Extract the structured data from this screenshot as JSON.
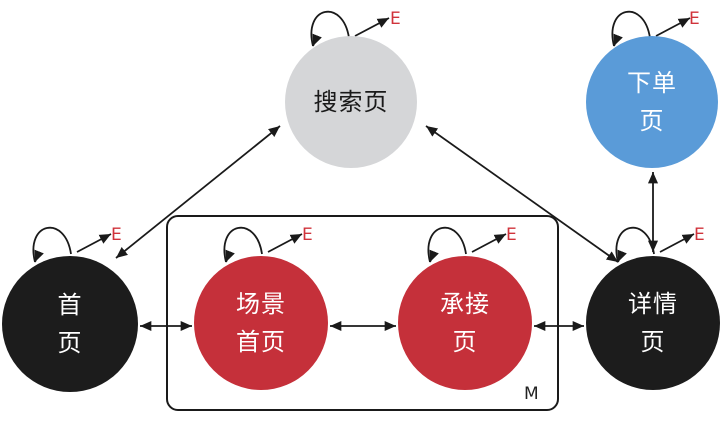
{
  "colors": {
    "black_node": "#1c1c1c",
    "red_node": "#c5303a",
    "gray_node": "#d5d6d8",
    "blue_node": "#5a9bd8",
    "edge": "#1a1a1a",
    "event_label": "#d0333b"
  },
  "nodes": {
    "search": {
      "label": "搜索页"
    },
    "order": {
      "label": "下单\n页"
    },
    "home": {
      "label": "首\n页"
    },
    "scene_home": {
      "label": "场景\n首页"
    },
    "handoff": {
      "label": "承接\n页"
    },
    "detail": {
      "label": "详情\n页"
    }
  },
  "edges": [
    {
      "from": "home",
      "to": "search",
      "bidirectional": true
    },
    {
      "from": "search",
      "to": "detail",
      "bidirectional": true
    },
    {
      "from": "order",
      "to": "detail",
      "bidirectional": true
    },
    {
      "from": "home",
      "to": "scene_home",
      "bidirectional": true
    },
    {
      "from": "scene_home",
      "to": "handoff",
      "bidirectional": true
    },
    {
      "from": "handoff",
      "to": "detail",
      "bidirectional": true
    }
  ],
  "self_loop_label": "E",
  "group": {
    "label": "M"
  }
}
